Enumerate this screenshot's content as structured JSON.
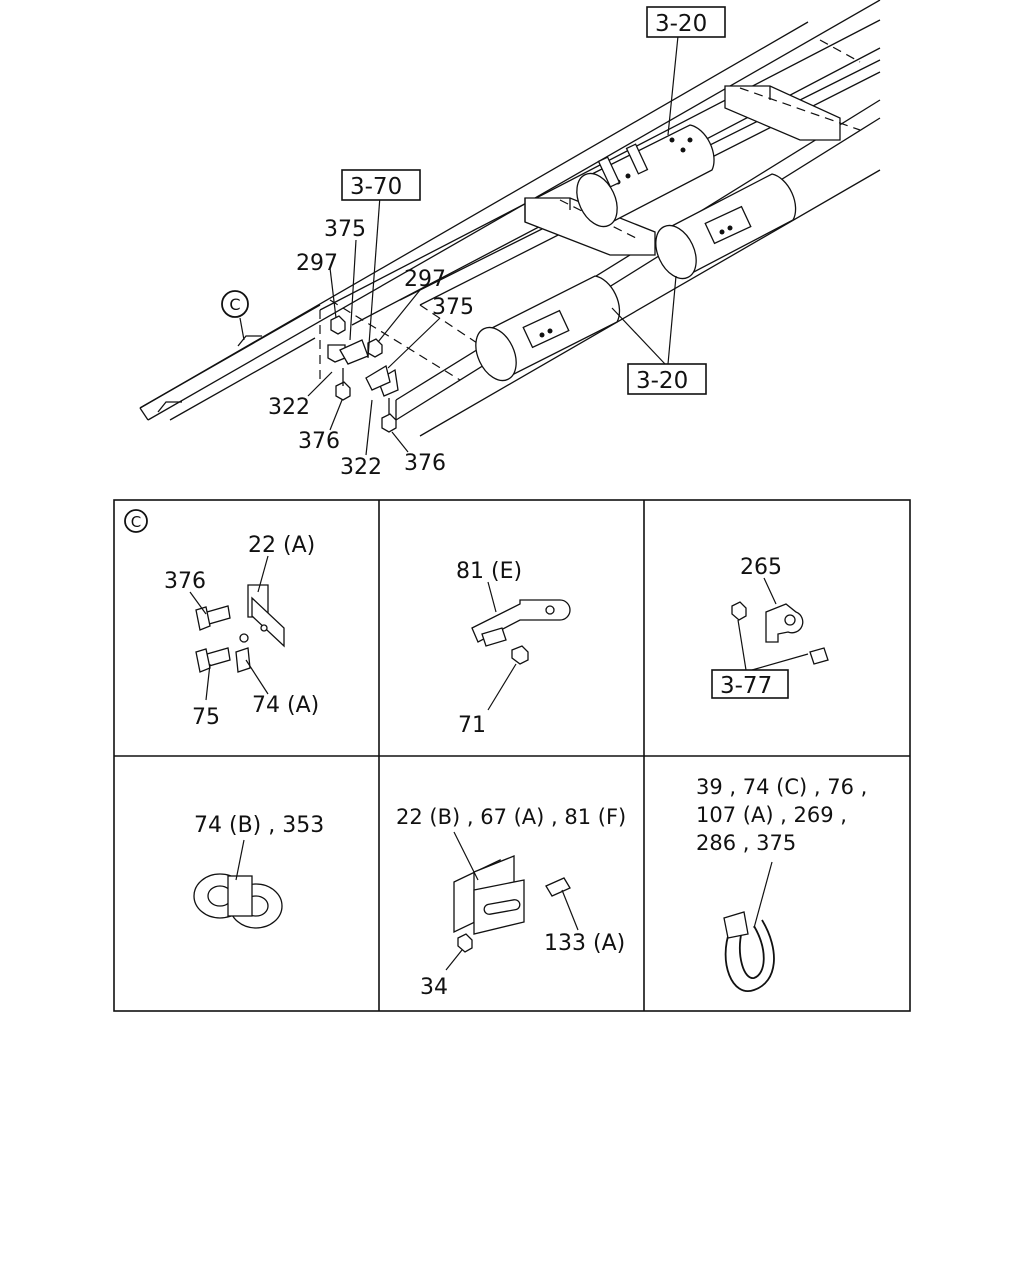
{
  "overview": {
    "callouts": {
      "ref_3_20_top": "3-20",
      "ref_3_70": "3-70",
      "ref_3_20_bottom": "3-20",
      "c_marker": "C",
      "p375_a": "375",
      "p297_a": "297",
      "p297_b": "297",
      "p375_b": "375",
      "p322_a": "322",
      "p376_a": "376",
      "p322_b": "322",
      "p376_b": "376"
    }
  },
  "detail_grid": {
    "cells": [
      {
        "marker": "C",
        "labels": {
          "a": "22 (A)",
          "b": "376",
          "c": "75",
          "d": "74 (A)"
        }
      },
      {
        "labels": {
          "a": "81 (E)",
          "b": "71"
        }
      },
      {
        "labels": {
          "a": "265",
          "ref": "3-77"
        }
      },
      {
        "labels": {
          "a": "74 (B) , 353"
        }
      },
      {
        "labels": {
          "a": "22 (B) , 67 (A) , 81 (F)",
          "b": "133 (A)",
          "c": "34"
        }
      },
      {
        "labels": {
          "line1": "39 , 74 (C) , 76 ,",
          "line2": "107 (A) , 269 ,",
          "line3": "286 , 375"
        }
      }
    ]
  }
}
